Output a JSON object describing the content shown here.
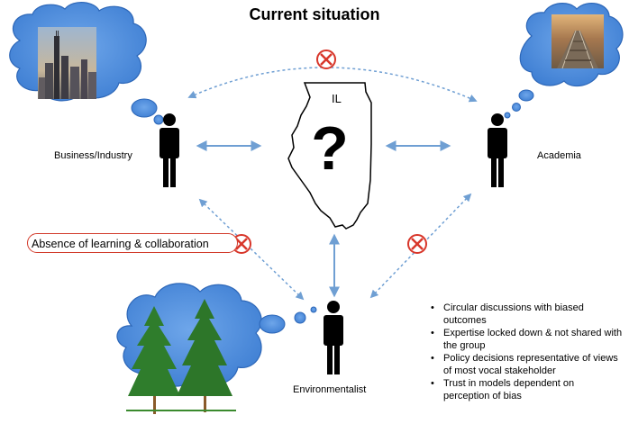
{
  "title": "Current situation",
  "nodes": {
    "business": "Business/Industry",
    "academia": "Academia",
    "environmentalist": "Environmentalist",
    "state_label": "IL",
    "state_symbol": "?"
  },
  "callout": "Absence of learning & collaboration",
  "bullets": [
    "Circular discussions with biased outcomes",
    "Expertise locked down & not shared with the group",
    "Policy decisions representative of views of most vocal stakeholder",
    "Trust in models dependent on perception of bias"
  ],
  "colors": {
    "arrow": "#6f9fd3",
    "thought_cloud": "#4d8ad8",
    "cross": "#d8362a",
    "person": "#000000"
  },
  "icons": [
    "person-icon",
    "thought-cloud-icon",
    "cross-icon",
    "illinois-map-icon",
    "question-mark-icon"
  ]
}
